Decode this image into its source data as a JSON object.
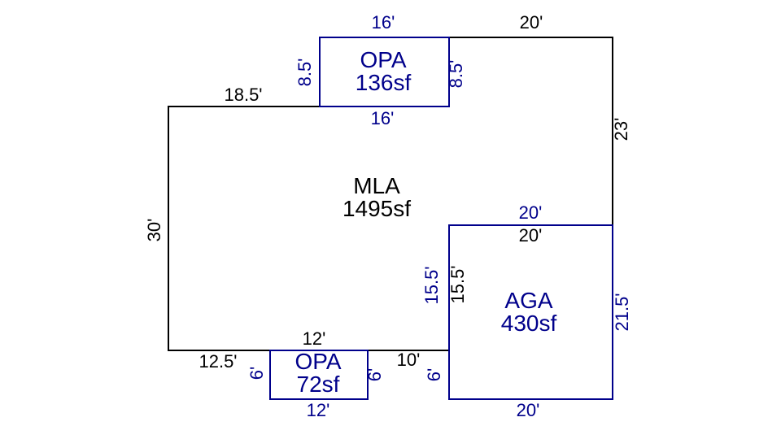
{
  "colors": {
    "mla_outline": "#000000",
    "annex_outline": "#00008B",
    "background": "#ffffff"
  },
  "areas": {
    "mla": {
      "name": "MLA",
      "area": "1495sf"
    },
    "opa_top": {
      "name": "OPA",
      "area": "136sf"
    },
    "aga": {
      "name": "AGA",
      "area": "430sf"
    },
    "opa_bottom": {
      "name": "OPA",
      "area": "72sf"
    }
  },
  "dimensions": {
    "mla": {
      "top_left": "18.5'",
      "top_right": "20'",
      "right": "23'",
      "left": "30'",
      "bottom_left": "12.5'",
      "bottom_middle": "12'",
      "bottom_right": "10'",
      "garage_top": "20'",
      "garage_side": "15.5'"
    },
    "opa_top": {
      "top": "16'",
      "left": "8.5'",
      "right": "8.5'",
      "bottom": "16'"
    },
    "aga": {
      "top": "20'",
      "left": "15.5'",
      "right": "21.5'",
      "bottom": "20'",
      "left_lower": "6'"
    },
    "opa_bottom": {
      "left": "6'",
      "right": "6'",
      "bottom": "12'"
    }
  }
}
